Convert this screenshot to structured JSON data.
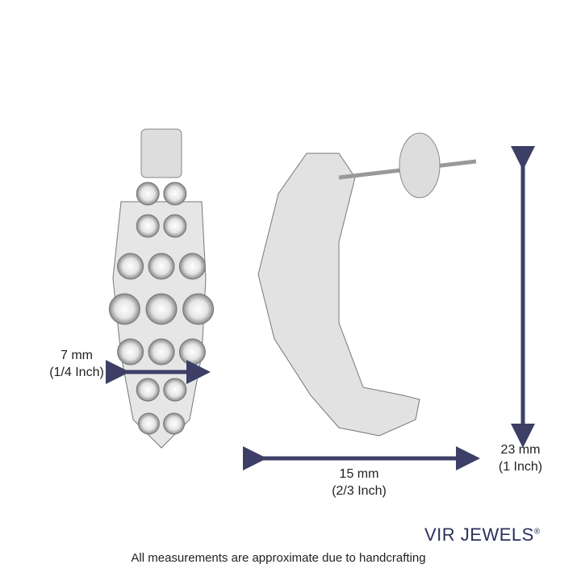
{
  "measurements": {
    "width_front": {
      "mm": "7 mm",
      "inch": "(1/4 Inch)"
    },
    "width_side": {
      "mm": "15 mm",
      "inch": "(2/3 Inch)"
    },
    "height": {
      "mm": "23 mm",
      "inch": "(1 Inch)"
    }
  },
  "brand": {
    "name": "VIR JEWELS",
    "mark": "®"
  },
  "note": "All measurements are approximate due to handcrafting",
  "colors": {
    "arrow": "#3d3f66",
    "metal": "#d8d8d8"
  }
}
